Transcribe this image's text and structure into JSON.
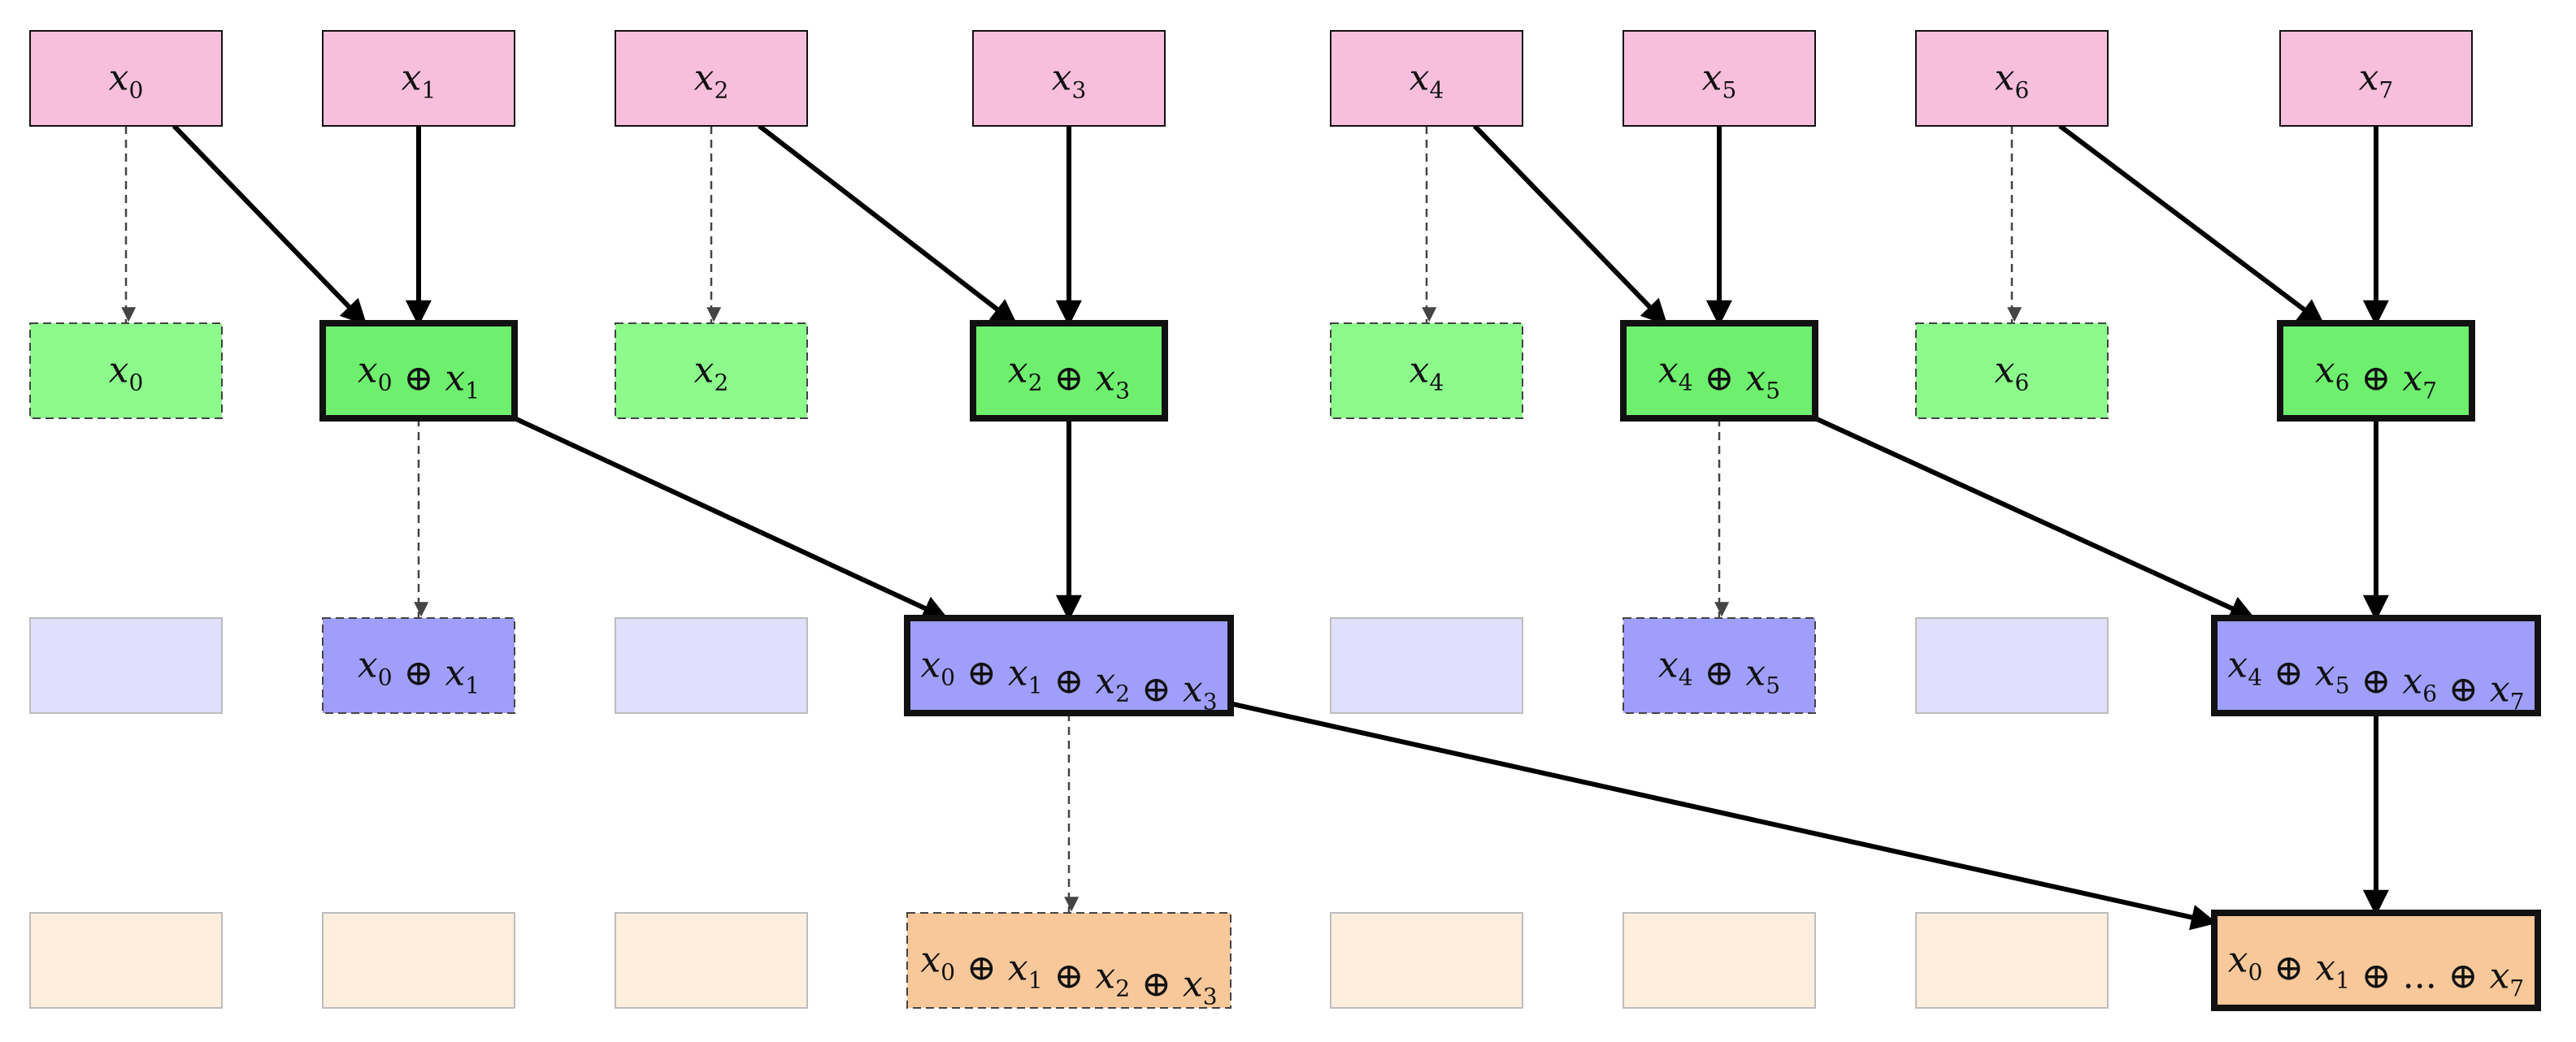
{
  "colors": {
    "input_fill": "#f8bfdc",
    "level1_fill": "#6ef06e",
    "level1_pass_fill": "#8cfb8c",
    "level2_fill": "#9f9ffb",
    "level2_faded_fill": "#e0e0fd",
    "level3_fill": "#f8c89a",
    "level3_faded_fill": "#feeedd",
    "border": "#111111",
    "faded_border": "#bdbdbd",
    "dashed_edge": "#444444",
    "solid_edge": "#000000"
  },
  "rows": [
    {
      "name": "inputs",
      "nodes": [
        {
          "label": "x",
          "terms": [
            0
          ],
          "style": "input"
        },
        {
          "label": "x",
          "terms": [
            1
          ],
          "style": "input"
        },
        {
          "label": "x",
          "terms": [
            2
          ],
          "style": "input"
        },
        {
          "label": "x",
          "terms": [
            3
          ],
          "style": "input"
        },
        {
          "label": "x",
          "terms": [
            4
          ],
          "style": "input"
        },
        {
          "label": "x",
          "terms": [
            5
          ],
          "style": "input"
        },
        {
          "label": "x",
          "terms": [
            6
          ],
          "style": "input"
        },
        {
          "label": "x",
          "terms": [
            7
          ],
          "style": "input"
        }
      ]
    },
    {
      "name": "level-1",
      "nodes": [
        {
          "terms": [
            0
          ],
          "style": "pass"
        },
        {
          "terms": [
            0,
            1
          ],
          "style": "combine"
        },
        {
          "terms": [
            2
          ],
          "style": "pass"
        },
        {
          "terms": [
            2,
            3
          ],
          "style": "combine"
        },
        {
          "terms": [
            4
          ],
          "style": "pass"
        },
        {
          "terms": [
            4,
            5
          ],
          "style": "combine"
        },
        {
          "terms": [
            6
          ],
          "style": "pass"
        },
        {
          "terms": [
            6,
            7
          ],
          "style": "combine"
        }
      ]
    },
    {
      "name": "level-2",
      "nodes": [
        {
          "terms": [],
          "style": "faded"
        },
        {
          "terms": [
            0,
            1
          ],
          "style": "pass"
        },
        {
          "terms": [],
          "style": "faded"
        },
        {
          "terms": [
            0,
            1,
            2,
            3
          ],
          "style": "combine"
        },
        {
          "terms": [],
          "style": "faded"
        },
        {
          "terms": [
            4,
            5
          ],
          "style": "pass"
        },
        {
          "terms": [],
          "style": "faded"
        },
        {
          "terms": [
            4,
            5,
            6,
            7
          ],
          "style": "combine"
        }
      ]
    },
    {
      "name": "level-3",
      "nodes": [
        {
          "terms": [],
          "style": "faded"
        },
        {
          "terms": [],
          "style": "faded"
        },
        {
          "terms": [],
          "style": "faded"
        },
        {
          "terms": [
            0,
            1,
            2,
            3
          ],
          "style": "pass"
        },
        {
          "terms": [],
          "style": "faded"
        },
        {
          "terms": [],
          "style": "faded"
        },
        {
          "terms": [],
          "style": "faded"
        },
        {
          "terms": [
            0,
            1,
            "...",
            7
          ],
          "style": "combine"
        }
      ]
    }
  ],
  "edges": [
    {
      "from": [
        0,
        0
      ],
      "to": [
        1,
        0
      ],
      "kind": "dashed"
    },
    {
      "from": [
        0,
        0
      ],
      "to": [
        1,
        1
      ],
      "kind": "solid"
    },
    {
      "from": [
        0,
        1
      ],
      "to": [
        1,
        1
      ],
      "kind": "solid"
    },
    {
      "from": [
        0,
        2
      ],
      "to": [
        1,
        2
      ],
      "kind": "dashed"
    },
    {
      "from": [
        0,
        2
      ],
      "to": [
        1,
        3
      ],
      "kind": "solid"
    },
    {
      "from": [
        0,
        3
      ],
      "to": [
        1,
        3
      ],
      "kind": "solid"
    },
    {
      "from": [
        0,
        4
      ],
      "to": [
        1,
        4
      ],
      "kind": "dashed"
    },
    {
      "from": [
        0,
        4
      ],
      "to": [
        1,
        5
      ],
      "kind": "solid"
    },
    {
      "from": [
        0,
        5
      ],
      "to": [
        1,
        5
      ],
      "kind": "solid"
    },
    {
      "from": [
        0,
        6
      ],
      "to": [
        1,
        6
      ],
      "kind": "dashed"
    },
    {
      "from": [
        0,
        6
      ],
      "to": [
        1,
        7
      ],
      "kind": "solid"
    },
    {
      "from": [
        0,
        7
      ],
      "to": [
        1,
        7
      ],
      "kind": "solid"
    },
    {
      "from": [
        1,
        1
      ],
      "to": [
        2,
        1
      ],
      "kind": "dashed"
    },
    {
      "from": [
        1,
        1
      ],
      "to": [
        2,
        3
      ],
      "kind": "solid"
    },
    {
      "from": [
        1,
        3
      ],
      "to": [
        2,
        3
      ],
      "kind": "solid"
    },
    {
      "from": [
        1,
        5
      ],
      "to": [
        2,
        5
      ],
      "kind": "dashed"
    },
    {
      "from": [
        1,
        5
      ],
      "to": [
        2,
        7
      ],
      "kind": "solid"
    },
    {
      "from": [
        1,
        7
      ],
      "to": [
        2,
        7
      ],
      "kind": "solid"
    },
    {
      "from": [
        2,
        3
      ],
      "to": [
        3,
        3
      ],
      "kind": "dashed"
    },
    {
      "from": [
        2,
        3
      ],
      "to": [
        3,
        7
      ],
      "kind": "solid"
    },
    {
      "from": [
        2,
        7
      ],
      "to": [
        3,
        7
      ],
      "kind": "solid"
    }
  ],
  "symbols": {
    "variable": "x",
    "operator": "⊕",
    "ellipsis": "..."
  }
}
